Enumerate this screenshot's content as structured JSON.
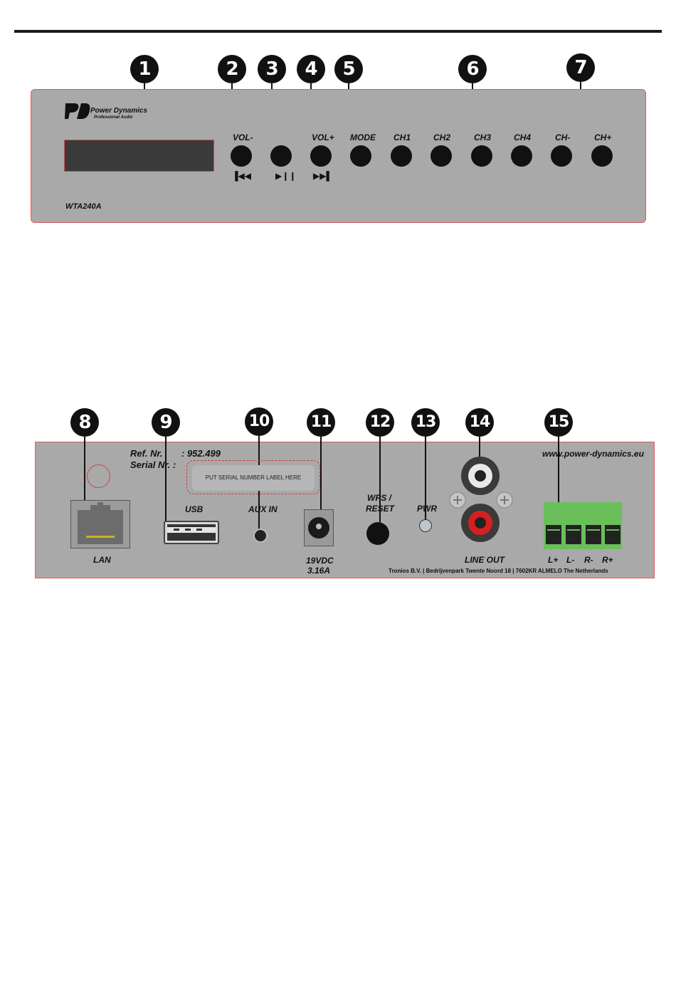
{
  "callouts": [
    "1",
    "2",
    "3",
    "4",
    "5",
    "6",
    "7",
    "8",
    "9",
    "10",
    "11",
    "12",
    "13",
    "14",
    "15"
  ],
  "front": {
    "brand_name": "Power Dynamics",
    "brand_tagline": "Professional Audio",
    "model": "WTA240A",
    "buttons": {
      "vol_minus": "VOL-",
      "vol_plus": "VOL+",
      "mode": "MODE",
      "ch1": "CH1",
      "ch2": "CH2",
      "ch3": "CH3",
      "ch4": "CH4",
      "ch_minus": "CH-",
      "ch_plus": "CH+"
    },
    "icons": {
      "prev": "prev-track-icon",
      "play_pause": "play-pause-icon",
      "next": "next-track-icon"
    },
    "colors": {
      "panel": "#a9a9a9",
      "border": "#e45a5a",
      "display": "#3a3a3a"
    }
  },
  "rear": {
    "ref_label": "Ref. Nr.",
    "ref_value": ": 952.499",
    "serial_label": "Serial Nr. :",
    "serial_placeholder": "PUT SERIAL NUMBER LABEL HERE",
    "website": "www.power-dynamics.eu",
    "ports": {
      "lan": "LAN",
      "usb": "USB",
      "aux_in": "AUX IN",
      "power_line1": "19VDC",
      "power_line2": "3.16A",
      "wps_line1": "WPS /",
      "wps_line2": "RESET",
      "pwr": "PWR",
      "line_out": "LINE OUT",
      "speaker_lp": "L+",
      "speaker_lm": "L-",
      "speaker_rm": "R-",
      "speaker_rp": "R+"
    },
    "address": "Tronios B.V. | Bedrijvenpark Twente Noord 18 | 7602KR ALMELO The Netherlands",
    "colors": {
      "terminal": "#6abf5a",
      "rca_red": "#d62020"
    }
  }
}
